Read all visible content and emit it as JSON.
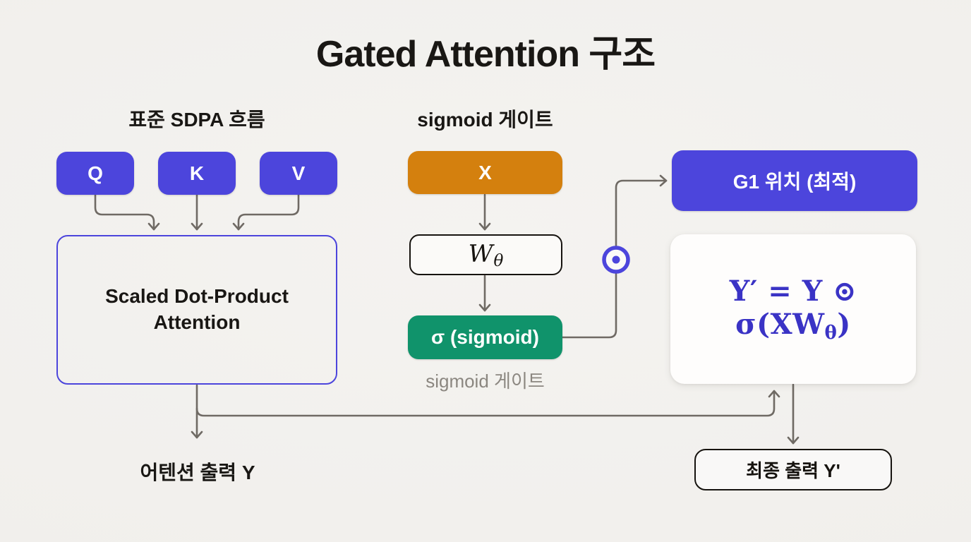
{
  "title": "Gated Attention 구조",
  "colors": {
    "background": "#f1efec",
    "indigo_box": "#4c45dc",
    "orange_box": "#d4800e",
    "green_box": "#10936b",
    "connector_line": "#6f6a64",
    "formula_text": "#3a33c5",
    "body_text": "#191714",
    "muted_caption": "#8b8780",
    "card_background": "#fefdfc"
  },
  "sdpa_section": {
    "header": "표준 SDPA 흐름",
    "inputs": [
      "Q",
      "K",
      "V"
    ],
    "attention_box": "Scaled Dot-Product Attention",
    "output_label": "어텐션 출력 Y"
  },
  "gate_section": {
    "header": "sigmoid 게이트",
    "input_box": "X",
    "weight_box": {
      "base": "W",
      "sub": "θ"
    },
    "sigmoid_box": "σ (sigmoid)",
    "caption": "sigmoid 게이트"
  },
  "output_section": {
    "g1_box": "G1 위치 (최적)",
    "formula": {
      "pre": "Y′ = Y ⊙ σ(XW",
      "sub": "θ",
      "post": ")"
    },
    "final_box": "최종 출력 Y'"
  },
  "operators": {
    "odot": "⊙"
  }
}
